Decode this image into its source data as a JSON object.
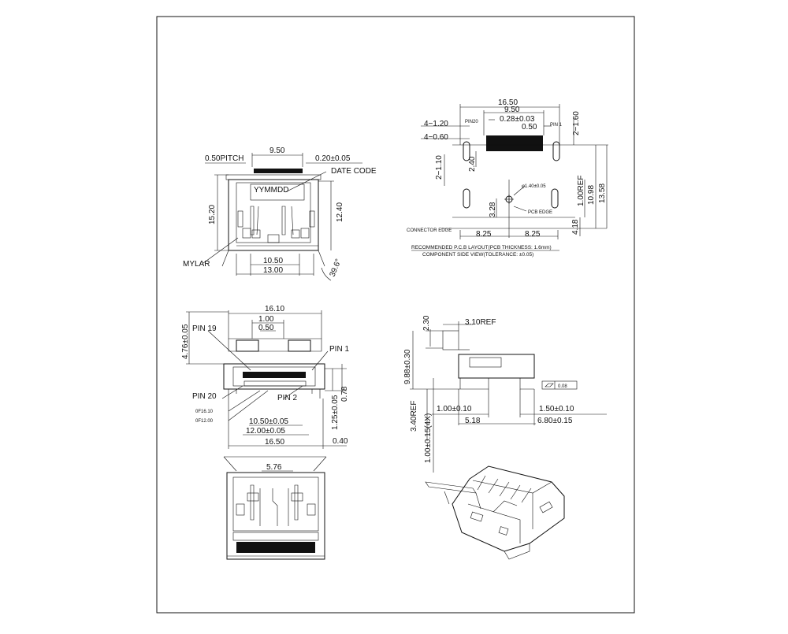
{
  "top_view": {
    "pitch": "0.50PITCH",
    "dim_width_top": "9.50",
    "dim_pin_width": "0.20±0.05",
    "date_code": "DATE CODE",
    "date_marking": "YYMMDD",
    "dim_height_left": "15.20",
    "dim_height_right": "12.40",
    "mylar": "MYLAR",
    "dim_inner_width": "10.50",
    "dim_outer_width": "13.00",
    "dim_angle": "39.6°"
  },
  "pcb_layout": {
    "dim_16_50": "16.50",
    "dim_9_50": "9.50",
    "dim_pin_pad": "0.28±0.03",
    "dim_0_50": "0.50",
    "dim_4_1_20": "4−1.20",
    "dim_4_0_60": "4−0.60",
    "pin20": "PIN20",
    "pin1": "PIN 1",
    "dim_2_1_60": "2−1.60",
    "dim_2_1_10": "2−1.10",
    "dim_2_40": "2.40",
    "dim_hole": "φ1.40±0.05",
    "dim_1_00_ref": "1.00REF",
    "dim_10_98": "10.98",
    "dim_13_58": "13.58",
    "dim_3_28": "3.28",
    "pcb_edge": "PCB EDGE",
    "dim_4_18": "4.18",
    "connector_edge": "CONNECTOR EDGE",
    "dim_8_25_left": "8.25",
    "dim_8_25_right": "8.25",
    "caption_line1": "RECOMMENDED P.C.B LAYOUT(PCB THICKNESS: 1.6mm)",
    "caption_line2": "COMPONENT SIDE VIEW(TOLERANCE: ±0.05)"
  },
  "front_view": {
    "dim_16_10": "16.10",
    "dim_1_00": "1.00",
    "dim_0_50": "0.50",
    "dim_4_76": "4.76±0.05",
    "pin19": "PIN 19",
    "pin1": "PIN 1",
    "pin20": "PIN 20",
    "pin2": "PIN 2",
    "dim_0_78": "0.78",
    "dim_1_25": "1.25±0.05",
    "flat_16_10": "0F16.10",
    "flat_12_00": "0F12.00",
    "dim_10_50": "10.50±0.05",
    "dim_12_00": "12.00±0.05",
    "dim_16_50": "16.50",
    "dim_0_40": "0.40"
  },
  "side_view": {
    "dim_2_30": "2.30",
    "dim_3_10_ref": "3.10REF",
    "dim_9_88": "9.88±0.30",
    "flatness": "0.08",
    "dim_3_40_ref": "3.40REF",
    "dim_1_00_010": "1.00±0.10",
    "dim_1_50": "1.50±0.10",
    "dim_1_00_015": "1.00±0.15(4X)",
    "dim_5_18": "5.18",
    "dim_6_80": "6.80±0.15"
  },
  "bottom_view": {
    "dim_5_76": "5.76"
  }
}
